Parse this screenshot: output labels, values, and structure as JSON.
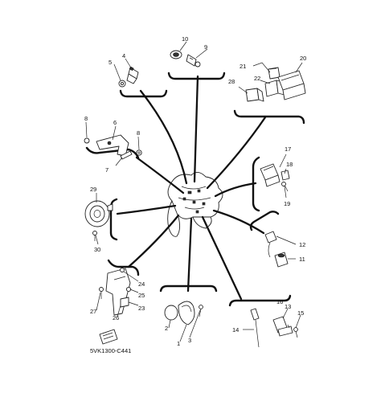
{
  "diagram": {
    "code": "5VK1300-C441",
    "callouts": [
      "1",
      "2",
      "3",
      "4",
      "5",
      "6",
      "7",
      "8",
      "8",
      "9",
      "10",
      "11",
      "12",
      "13",
      "14",
      "15",
      "16",
      "17",
      "18",
      "19",
      "20",
      "21",
      "22",
      "23",
      "24",
      "25",
      "26",
      "27",
      "28",
      "29",
      "30"
    ]
  }
}
